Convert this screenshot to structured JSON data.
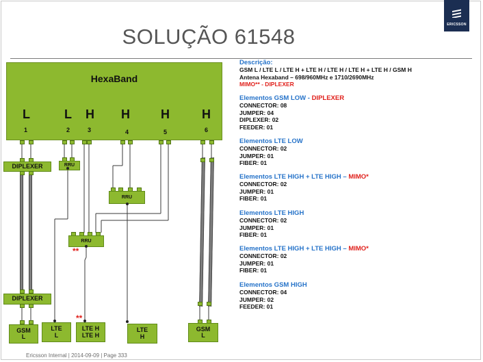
{
  "slide": {
    "title": "SOLUÇÃO 61548",
    "footer": "Ericsson Internal  |  2014-09-09  |  Page 333",
    "logo_text": "ERICSSON"
  },
  "antenna": {
    "name": "HexaBand",
    "bands": [
      {
        "letter": "L",
        "num": "1"
      },
      {
        "letter": "L",
        "num": "2"
      },
      {
        "letter": "H",
        "num": "3"
      },
      {
        "letter": "H",
        "num": "4"
      },
      {
        "letter": "H",
        "num": "5"
      },
      {
        "letter": "H",
        "num": "6"
      }
    ]
  },
  "diagram": {
    "diplexer_top": "DIPLEXER",
    "diplexer_bottom": "DIPLEXER",
    "rru1": "RRU",
    "rru2": "RRU",
    "rru3": "RRU",
    "mark": "**",
    "gsm_l_line1": "GSM",
    "gsm_l_line2": "L",
    "lte_l_line1": "LTE",
    "lte_l_line2": "L",
    "lte_hh_line1": "LTE H",
    "lte_hh_line2": "LTE H",
    "lte_h_line1": "LTE",
    "lte_h_line2": "H",
    "gsm_h_line1": "GSM",
    "gsm_h_line2": "L"
  },
  "panel": {
    "desc_title": "Descrição:",
    "desc_line1": "GSM L / LTE L / LTE H + LTE H / LTE H / LTE H + LTE H / GSM H",
    "desc_line2": "Antena Hexaband – 698/960MHz  e  1710/2690MHz",
    "desc_line3": "MIMO** - DIPLEXER",
    "sections": [
      {
        "title": "Elementos GSM LOW - ",
        "title_red": "DIPLEXER",
        "lines": [
          "CONNECTOR: 08",
          "JUMPER: 04",
          "DIPLEXER: 02",
          "FEEDER: 01"
        ]
      },
      {
        "title": "Elementos LTE LOW",
        "title_red": "",
        "lines": [
          "CONNECTOR: 02",
          "JUMPER: 01",
          "FIBER: 01"
        ]
      },
      {
        "title": "Elementos LTE HIGH + LTE HIGH – ",
        "title_red": "MIMO*",
        "lines": [
          "CONNECTOR: 02",
          "JUMPER: 01",
          "FIBER: 01"
        ]
      },
      {
        "title": "Elementos LTE HIGH",
        "title_red": "",
        "lines": [
          "CONNECTOR: 02",
          "JUMPER: 01",
          "FIBER: 01"
        ]
      },
      {
        "title": "Elementos LTE HIGH + LTE HIGH – ",
        "title_red": "MIMO*",
        "lines": [
          "CONNECTOR: 02",
          "JUMPER: 01",
          "FIBER: 01"
        ]
      },
      {
        "title": "Elementos GSM HIGH",
        "title_red": "",
        "lines": [
          "CONNECTOR: 04",
          "JUMPER: 02",
          "FEEDER: 01"
        ]
      }
    ]
  }
}
